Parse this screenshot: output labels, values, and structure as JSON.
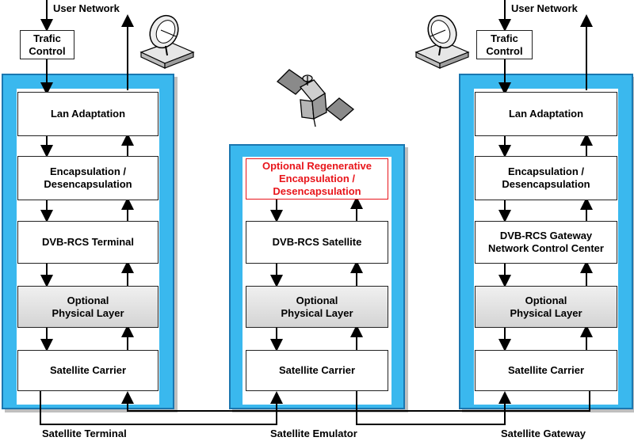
{
  "top_labels": {
    "user_network_left": "User Network",
    "user_network_right": "User Network"
  },
  "traffic_control": {
    "left": [
      "Trafic",
      "Control"
    ],
    "right": [
      "Trafic",
      "Control"
    ]
  },
  "terminal": {
    "lan": "Lan Adaptation",
    "encap": [
      "Encapsulation /",
      "Desencapsulation"
    ],
    "dvb": "DVB-RCS Terminal",
    "phys": [
      "Optional",
      "Physical Layer"
    ],
    "carrier": "Satellite Carrier",
    "caption": "Satellite Terminal"
  },
  "emulator": {
    "regen": [
      "Optional Regenerative",
      "Encapsulation /",
      "Desencapsulation"
    ],
    "dvb": "DVB-RCS Satellite",
    "phys": [
      "Optional",
      "Physical Layer"
    ],
    "carrier": "Satellite Carrier",
    "caption": "Satellite Emulator"
  },
  "gateway": {
    "lan": "Lan Adaptation",
    "encap": [
      "Encapsulation /",
      "Desencapsulation"
    ],
    "dvb": [
      "DVB-RCS Gateway",
      "Network Control Center"
    ],
    "phys": [
      "Optional",
      "Physical Layer"
    ],
    "carrier": "Satellite Carrier",
    "caption": "Satellite Gateway"
  },
  "colors": {
    "panel": "#3ab8ee",
    "panel_border": "#1b77b0",
    "regen_text": "#e8151b",
    "gray_box": "#d4d4d4"
  },
  "icons": [
    "satellite-dish-icon",
    "satellite-icon"
  ]
}
